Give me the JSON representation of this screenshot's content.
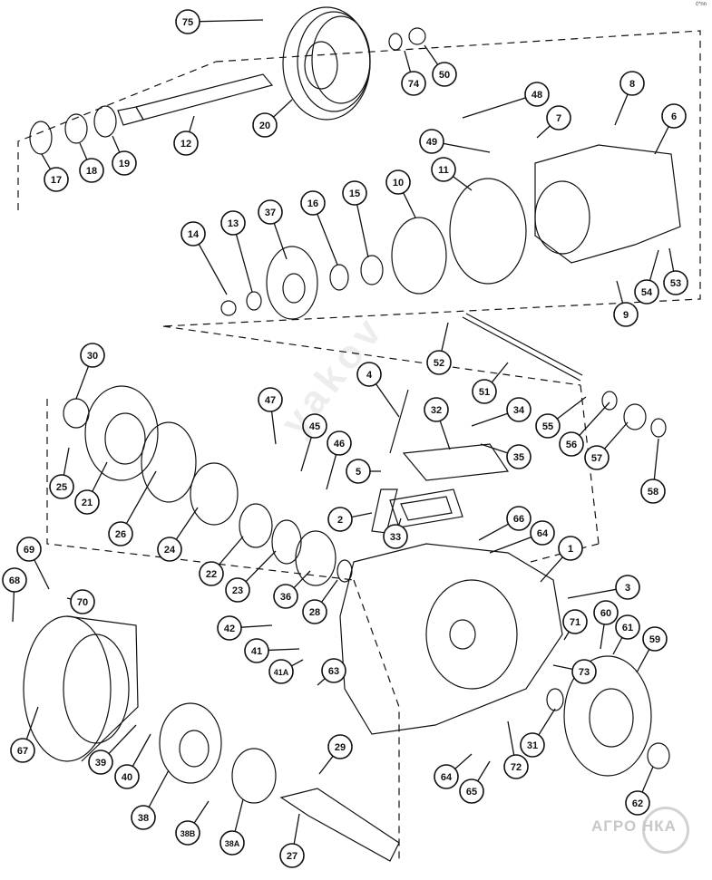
{
  "corner_mark": "č*nn",
  "watermark": {
    "brand": "АГРО НКА",
    "diagonal": "yakov"
  },
  "callouts": [
    "75",
    "74",
    "50",
    "20",
    "12",
    "17",
    "18",
    "19",
    "48",
    "8",
    "6",
    "7",
    "49",
    "11",
    "14",
    "13",
    "37",
    "16",
    "15",
    "10",
    "9",
    "54",
    "53",
    "52",
    "51",
    "4",
    "30",
    "47",
    "45",
    "46",
    "32",
    "34",
    "35",
    "55",
    "56",
    "57",
    "58",
    "25",
    "21",
    "26",
    "24",
    "22",
    "23",
    "36",
    "28",
    "2",
    "33",
    "5",
    "66",
    "64",
    "1",
    "69",
    "70",
    "68",
    "3",
    "67",
    "42",
    "41",
    "41A",
    "63",
    "60",
    "61",
    "71",
    "59",
    "73",
    "39",
    "40",
    "38",
    "38B",
    "38A",
    "29",
    "27",
    "31",
    "72",
    "64",
    "65",
    "62"
  ],
  "icons": [
    "callout-circle",
    "leader-line",
    "dashed-boundary"
  ]
}
